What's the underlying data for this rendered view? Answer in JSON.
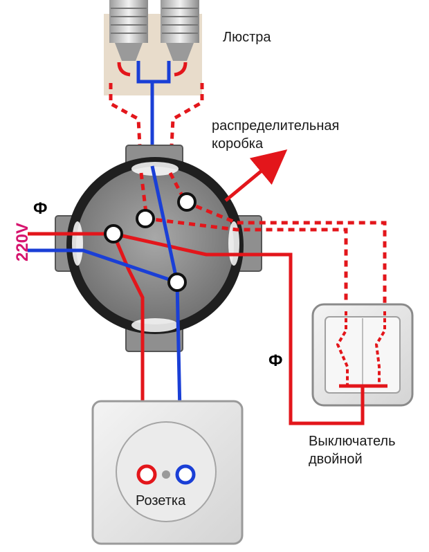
{
  "labels": {
    "chandelier": "Люстра",
    "junction_box_line1": "распределительная",
    "junction_box_line2": "коробка",
    "voltage": "220V",
    "phase_left": "Ф",
    "phase_right": "Ф",
    "switch_line1": "Выключатель",
    "switch_line2": "двойной",
    "socket": "Розетка"
  },
  "colors": {
    "phase_wire": "#e3161b",
    "neutral_wire": "#1a3fd6",
    "box_body": "#8c8c8c",
    "voltage_text": "#d6146e",
    "arrow": "#e3161b"
  }
}
